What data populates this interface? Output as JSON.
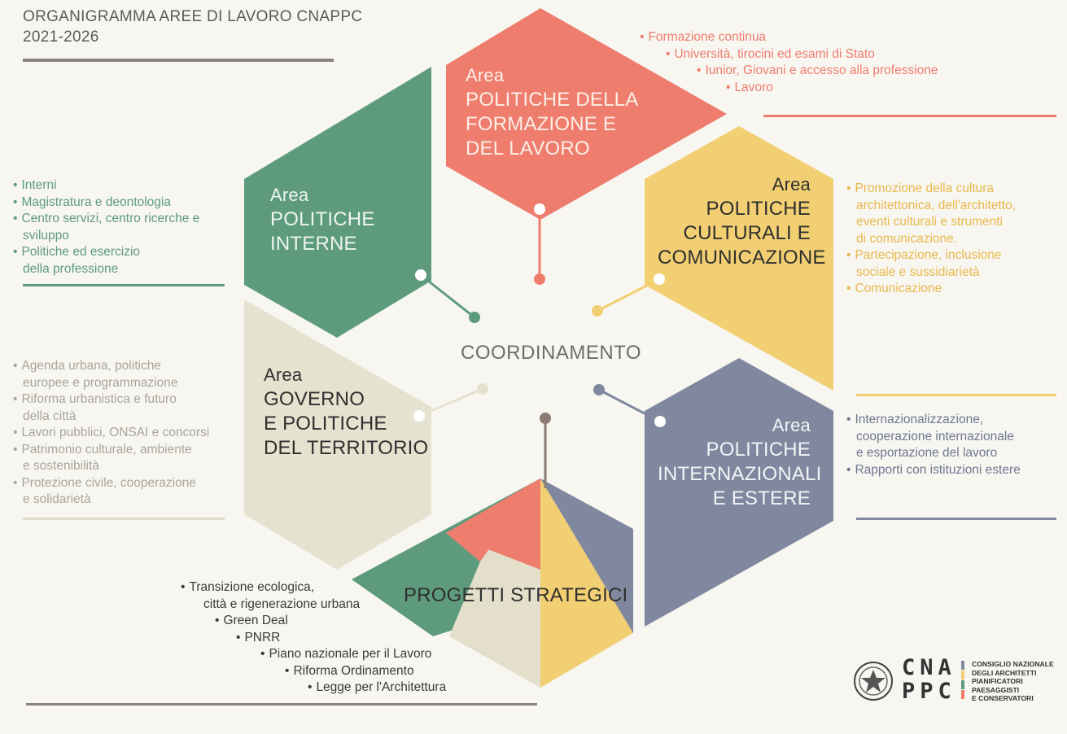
{
  "header": {
    "title_line1": "ORGANIGRAMMA AREE DI LAVORO CNAPPC",
    "title_line2": "2021-2026"
  },
  "colors": {
    "formazione": "#ef7d6e",
    "culturali": "#f2cf72",
    "internazionali": "#7f889e",
    "strategici_beige": "#e3dfcb",
    "governo": "#e6e2d0",
    "interne": "#5e9b7c",
    "coordinamento_node": "#8b7b73",
    "background": "#f7f6f1"
  },
  "center": {
    "label": "COORDINAMENTO"
  },
  "areas": {
    "formazione": {
      "word": "Area",
      "lines": [
        "POLITICHE DELLA",
        "FORMAZIONE E",
        "DEL LAVORO"
      ],
      "bullets": [
        "Formazione continua",
        "Università, tirocini ed esami di Stato",
        "Iunior, Giovani e accesso alla professione",
        "Lavoro"
      ]
    },
    "culturali": {
      "word": "Area",
      "lines": [
        "POLITICHE",
        "CULTURALI E",
        "COMUNICAZIONE"
      ],
      "bullets": [
        [
          "Promozione della cultura",
          "architettonica, dell'architetto,",
          "eventi culturali e strumenti",
          "di comunicazione."
        ],
        [
          "Partecipazione, inclusione",
          "sociale e sussidiarietà"
        ],
        [
          "Comunicazione"
        ]
      ]
    },
    "internazionali": {
      "word": "Area",
      "lines": [
        "POLITICHE",
        "INTERNAZIONALI",
        "E ESTERE"
      ],
      "bullets": [
        [
          "Internazionalizzazione,",
          "cooperazione internazionale",
          "e esportazione del lavoro"
        ],
        [
          "Rapporti con istituzioni estere"
        ]
      ]
    },
    "interne": {
      "word": "Area",
      "lines": [
        "POLITICHE",
        "INTERNE"
      ],
      "bullets": [
        [
          "Interni"
        ],
        [
          "Magistratura e deontologia"
        ],
        [
          "Centro servizi, centro ricerche e",
          "sviluppo"
        ],
        [
          "Politiche ed esercizio",
          "della professione"
        ]
      ]
    },
    "governo": {
      "word": "Area",
      "lines": [
        "GOVERNO",
        "E POLITICHE",
        "DEL TERRITORIO"
      ],
      "bullets": [
        [
          "Agenda urbana, politiche",
          "europee e programmazione"
        ],
        [
          "Riforma urbanistica e futuro",
          "della città"
        ],
        [
          "Lavori pubblici, ONSAI e concorsi"
        ],
        [
          "Patrimonio culturale, ambiente",
          "e sostenibilità"
        ],
        [
          "Protezione civile, cooperazione",
          "e solidarietà"
        ]
      ]
    },
    "strategici": {
      "label": "PROGETTI STRATEGICI",
      "bullets": [
        [
          "Transizione ecologica,",
          "città e rigenerazione urbana"
        ],
        [
          "Green Deal"
        ],
        [
          "PNRR"
        ],
        [
          "Piano nazionale per il Lavoro"
        ],
        [
          "Riforma Ordinamento"
        ],
        [
          "Legge per l'Architettura"
        ]
      ]
    }
  },
  "logo": {
    "acronym_line1": "CNA",
    "acronym_line2": "PPC",
    "name_lines": [
      "CONSIGLIO NAZIONALE",
      "DEGLI ARCHITETTI",
      "PIANIFICATORI",
      "PAESAGGISTI",
      "E CONSERVATORI"
    ],
    "emblem": "italian-republic-emblem-icon"
  }
}
